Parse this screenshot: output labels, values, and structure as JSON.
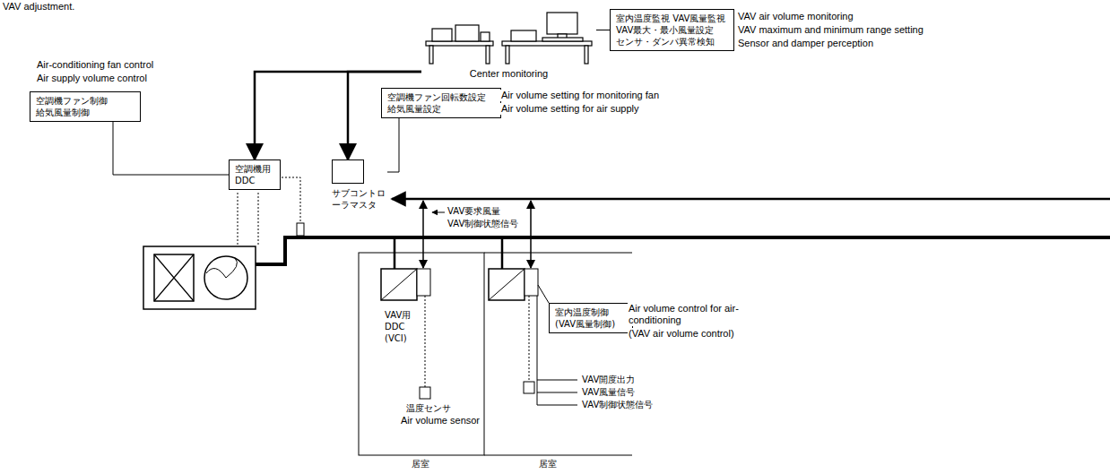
{
  "diagram": {
    "nodes": [
      {
        "text": [
          "空調機ファン制御 給気風量制御"
        ]
      },
      {
        "text": [
          "Center monitoring"
        ]
      },
      {
        "text": [
          "室内温度監視 VAV風量監視 VAV最大・最小風量設定 センサ・ダンパ異常検知"
        ]
      },
      {
        "text": [
          "空調機用 DDC"
        ]
      },
      {
        "text": [
          "空調機ファン回転数設定 給気風量設定"
        ]
      },
      {
        "text": [
          "サブコントローラマスタ"
        ]
      },
      {
        "text": [
          "室内温度制御 (VAV風量制御)"
        ]
      }
    ],
    "edges": [
      {
        "from": 0,
        "to": 3,
        "arrow": "none"
      },
      {
        "from": 2,
        "to": 1,
        "arrow": "none"
      },
      {
        "from": 1,
        "to": 3,
        "arrow": "to"
      },
      {
        "from": 1,
        "to": 5,
        "arrow": "to"
      },
      {
        "from": 4,
        "to": 5,
        "arrow": "none"
      }
    ],
    "labels": [
      "VAV adjustment.",
      "Air-conditioning fan control",
      "Air supply volume control",
      "Air volume setting for monitoring fan",
      "Air volume setting for air supply",
      "VAV air volume monitoring",
      "VAV maximum and minimum range setting",
      "Sensor and damper perception",
      "VAV要求風量",
      "VAV制御状態信号",
      "VAV用 DDC (VCI)",
      "温度センサ",
      "Air volume sensor",
      "Air volume control for air-conditioning",
      "(VAV air volume control)",
      "VAV開度出力",
      "VAV風量信号",
      "VAV制御状態信号",
      "居室",
      "居室"
    ]
  }
}
